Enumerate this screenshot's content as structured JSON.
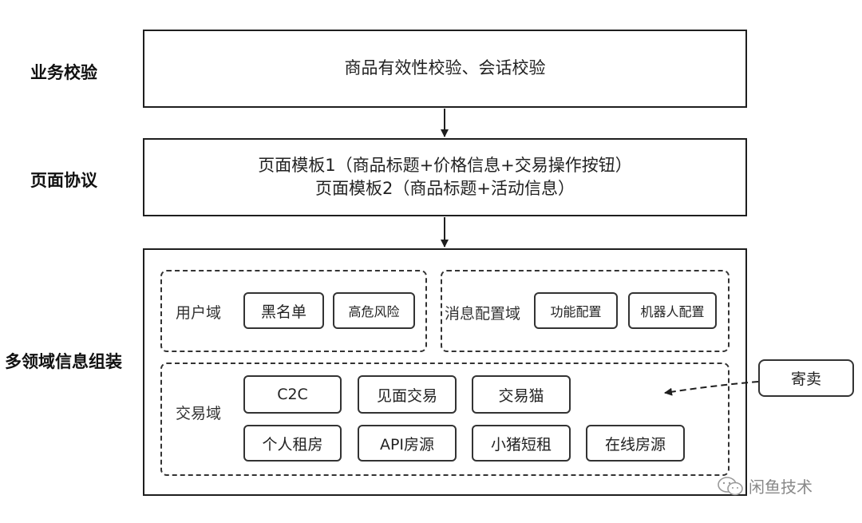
{
  "layers": {
    "business_validation": {
      "label": "业务校验",
      "content": "商品有效性校验、会话校验"
    },
    "page_protocol": {
      "label": "页面协议",
      "lines": [
        "页面模板1（商品标题+价格信息+交易操作按钮）",
        "页面模板2（商品标题+活动信息）"
      ]
    },
    "domain_assembly": {
      "label": "多领域信息组装",
      "user_domain": {
        "label": "用户域",
        "items": [
          "黑名单",
          "高危风险"
        ]
      },
      "message_domain": {
        "label": "消息配置域",
        "items": [
          "功能配置",
          "机器人配置"
        ]
      },
      "trade_domain": {
        "label": "交易域",
        "row1": [
          "C2C",
          "见面交易",
          "交易猫"
        ],
        "row2": [
          "个人租房",
          "API房源",
          "小猪短租",
          "在线房源"
        ]
      }
    }
  },
  "external": {
    "consignment": "寄卖"
  },
  "watermark": {
    "text": "闲鱼技术",
    "icon": "wechat-icon"
  }
}
